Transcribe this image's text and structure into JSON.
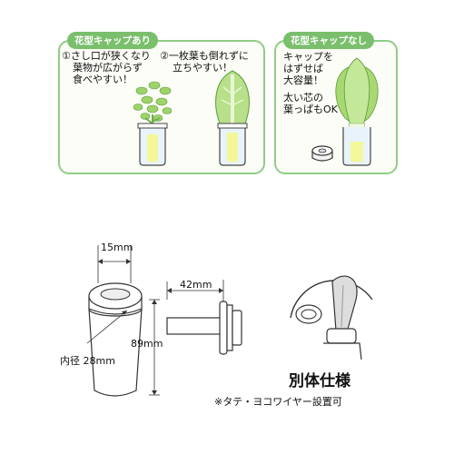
{
  "panel_left": {
    "tab_label": "花型キャップあり",
    "point1": [
      "①さし口が狭くなり",
      "葉物が広がらず",
      "食べやすい！"
    ],
    "point2": [
      "②一枚葉も倒れずに",
      "立ちやすい！"
    ]
  },
  "panel_right": {
    "tab_label": "花型キャップなし",
    "text": [
      "キャップを",
      "はずせば",
      "大容量！",
      "太い芯の",
      "葉っぱもOK"
    ]
  },
  "dimensions": {
    "opening": "15mm",
    "inner_diameter": "内径 28mm",
    "height": "89mm",
    "length": "42mm"
  },
  "variant_title": "別体仕様",
  "mount_note": "※タテ・ヨコワイヤー設置可",
  "colors": {
    "panel_border": "#8fcc86",
    "tab_fill": "#7abf6c",
    "leaf_green": "#9ed36a",
    "glass": "#e9f3fb"
  }
}
